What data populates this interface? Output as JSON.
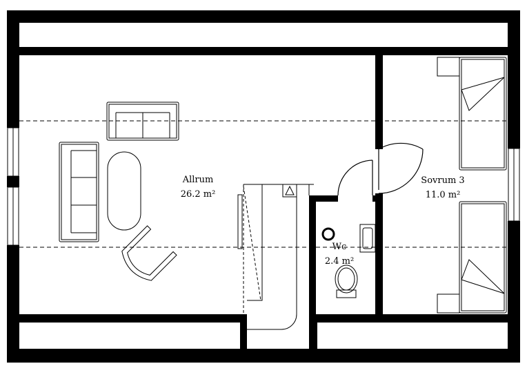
{
  "floor_plan": {
    "rooms": [
      {
        "id": "allrum",
        "name": "Allrum",
        "area": "26.2 m²"
      },
      {
        "id": "wc",
        "name": "Wc",
        "area": "2.4 m²"
      },
      {
        "id": "sovrum3",
        "name": "Sovrum 3",
        "area": "11.0 m²"
      }
    ],
    "colors": {
      "wall": "#000000",
      "line": "#000000",
      "background": "#ffffff"
    }
  }
}
